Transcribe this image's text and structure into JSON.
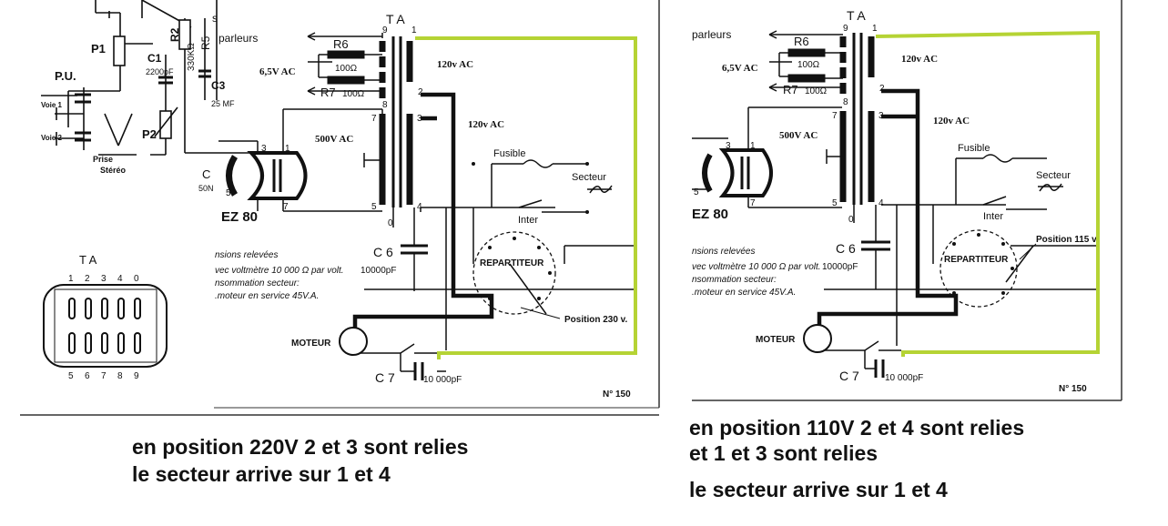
{
  "left": {
    "ta_title": "T A",
    "pin_labels": [
      "9",
      "1",
      "8",
      "2",
      "7",
      "3",
      "5",
      "4",
      "0"
    ],
    "r6": "R6",
    "r7": "R7",
    "res_value": "100Ω",
    "v65": "6,5V AC",
    "v120a": "120v AC",
    "v120b": "120v AC",
    "v500": "500V AC",
    "fusible": "Fusible",
    "secteur": "Secteur",
    "inter": "Inter",
    "c6": "C 6",
    "c6_val": "10000pF",
    "c7": "C 7",
    "c7_val": "10 000pF",
    "repartiteur": "REPARTITEUR",
    "position": "Position 230 v.",
    "moteur": "MOTEUR",
    "ez80": "EZ 80",
    "parleurs": "parleurs",
    "s": "s",
    "r5": "R5",
    "r2": "R2",
    "r2_val": "330KΩ",
    "c3": "C3",
    "c3_val": "25 MF",
    "c1": "C1",
    "c1_val": "2200pF",
    "p1": "P1",
    "p2": "P2",
    "pu": "P.U.",
    "voie1": "Voie 1",
    "voie2": "Voie 2",
    "prise": "Prise",
    "stereo": "Stéréo",
    "c_left": "C",
    "c_left_val": "50N",
    "ez_pins": [
      "3",
      "1",
      "5",
      "7"
    ],
    "notes": [
      "nsions relevées",
      "vec voltmètre 10 000 Ω par volt.",
      "nsommation secteur:",
      ".moteur en service 45V.A."
    ],
    "ta_box_title": "T A",
    "ta_top_pins": [
      "1",
      "2",
      "3",
      "4",
      "0"
    ],
    "ta_bottom_pins": [
      "5",
      "6",
      "7",
      "8",
      "9"
    ],
    "page_no": "N° 150",
    "caption1": "en position 220V  2 et  3  sont relies",
    "caption2": "le secteur arrive sur 1 et  4"
  },
  "right": {
    "ta_title": "T A",
    "pin_labels": [
      "9",
      "1",
      "8",
      "2",
      "7",
      "3",
      "5",
      "4",
      "0"
    ],
    "r6": "R6",
    "r7": "R7",
    "res_value": "100Ω",
    "v65": "6,5V AC",
    "v120a": "120v AC",
    "v120b": "120v AC",
    "v500": "500V AC",
    "fusible": "Fusible",
    "secteur": "Secteur",
    "inter": "Inter",
    "c6": "C 6",
    "c6_val": "10000pF",
    "c7": "C 7",
    "c7_val": "10 000pF",
    "repartiteur": "REPARTITEUR",
    "position": "Position 115 v",
    "moteur": "MOTEUR",
    "ez80": "EZ 80",
    "parleurs": "parleurs",
    "ez_pins": [
      "3",
      "1",
      "5",
      "7"
    ],
    "notes": [
      "nsions relevées",
      "vec voltmètre 10 000 Ω par volt.",
      "nsommation secteur:",
      ".moteur en service 45V.A."
    ],
    "page_no": "N° 150",
    "caption1": "en position 110V  2 et 4  sont relies",
    "caption2": "et  1  et  3  sont relies",
    "caption3": "le secteur arrive sur  1  et  4"
  },
  "colors": {
    "highlight": "#b5d334",
    "ink": "#111111"
  }
}
